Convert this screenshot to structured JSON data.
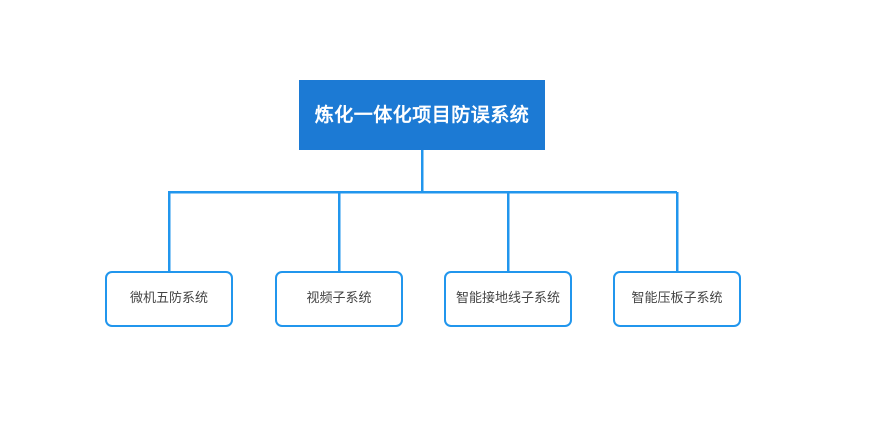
{
  "diagram": {
    "type": "organization-tree",
    "orientation": "top-down",
    "background_color": "#ffffff",
    "connector_color": "#2196ed",
    "root": {
      "label": "炼化一体化项目防误系统",
      "fill_color": "#1c7ad4",
      "text_color": "#ffffff"
    },
    "children": [
      {
        "label": "微机五防系统",
        "fill_color": "#ffffff",
        "border_color": "#2196ed",
        "text_color": "#444444"
      },
      {
        "label": "视频子系统",
        "fill_color": "#ffffff",
        "border_color": "#2196ed",
        "text_color": "#444444"
      },
      {
        "label": "智能接地线子系统",
        "fill_color": "#ffffff",
        "border_color": "#2196ed",
        "text_color": "#444444"
      },
      {
        "label": "智能压板子系统",
        "fill_color": "#ffffff",
        "border_color": "#2196ed",
        "text_color": "#444444"
      }
    ]
  }
}
